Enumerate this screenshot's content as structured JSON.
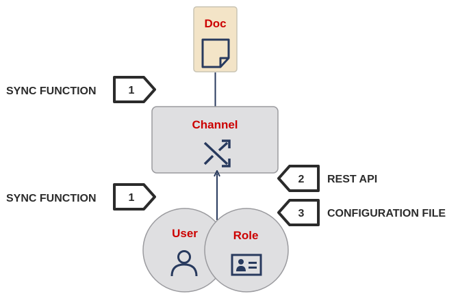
{
  "nodes": {
    "doc": {
      "label": "Doc",
      "icon": "document-icon"
    },
    "channel": {
      "label": "Channel",
      "icon": "shuffle-icon"
    },
    "user": {
      "label": "User",
      "icon": "person-icon"
    },
    "role": {
      "label": "Role",
      "icon": "id-card-icon"
    }
  },
  "annotations": {
    "sync_top": {
      "label": "SYNC FUNCTION",
      "number": "1"
    },
    "sync_bottom": {
      "label": "SYNC FUNCTION",
      "number": "1"
    },
    "rest_api": {
      "label": "REST API",
      "number": "2"
    },
    "config_file": {
      "label": "CONFIGURATION FILE",
      "number": "3"
    }
  },
  "colors": {
    "accent_red": "#cc0000",
    "navy": "#283a5e",
    "doc_fill": "#f3e4c7",
    "box_fill": "#dfdfe1",
    "text_dark": "#2b2b2b"
  }
}
